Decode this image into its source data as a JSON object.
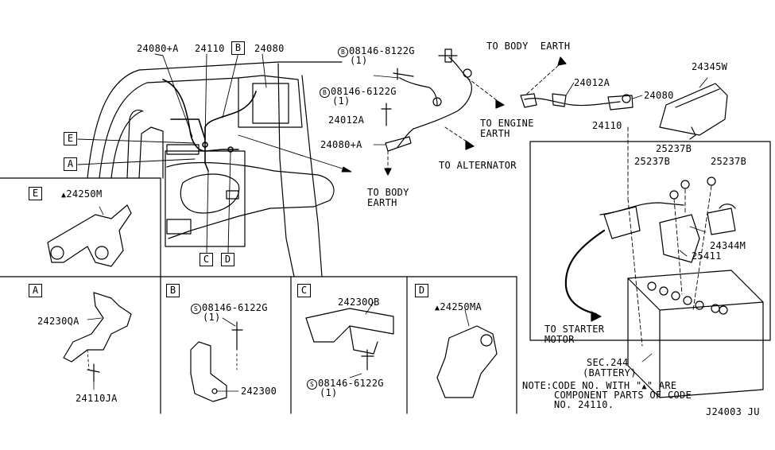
{
  "diagram": {
    "top_labels": {
      "p24080A": "24080+A",
      "p24110": "24110",
      "p24080": "24080"
    },
    "box_letters": {
      "A": "A",
      "B": "B",
      "C": "C",
      "D": "D",
      "E": "E"
    },
    "harness": {
      "bolt1_prefix": "B",
      "bolt1": "08146-8122G",
      "bolt1_qty": "(1)",
      "bolt2_prefix": "B",
      "bolt2": "08146-6122G",
      "bolt2_qty": "(1)",
      "p24012A": "24012A",
      "p24080A": "24080+A",
      "to_body_earth_1": "TO BODY\nEARTH",
      "to_alternator": "TO ALTERNATOR",
      "to_engine_earth": "TO ENGINE\nEARTH"
    },
    "battery_cable": {
      "to_body_earth": "TO BODY  EARTH",
      "p24012A": "24012A",
      "p24080": "24080",
      "p24345W": "24345W",
      "p24110": "24110",
      "p25237B_1": "25237B",
      "p25237B_2": "25237B",
      "p25237B_3": "25237B",
      "p24344M": "24344M",
      "p25411": "25411",
      "to_starter_motor": "TO STARTER\nMOTOR",
      "sec244": "SEC.244",
      "battery": "(BATTERY)"
    },
    "note": {
      "line1_a": "NOTE:CODE NO. WITH \"",
      "line1_tri": "▲",
      "line1_b": "\" ARE",
      "line2": "COMPONENT PARTS OF CODE",
      "line3": "NO. 24110."
    },
    "footer_code": "J24003 JU",
    "panels": {
      "E": {
        "letter": "E",
        "tri": "▲",
        "part": "24250M"
      },
      "A": {
        "letter": "A",
        "part1": "24230QA",
        "part2": "24110JA"
      },
      "B": {
        "letter": "B",
        "bolt_prefix": "S",
        "bolt": "08146-6122G",
        "bolt_qty": "(1)",
        "part": "242300"
      },
      "C": {
        "letter": "C",
        "part": "24230QB",
        "bolt_prefix": "S",
        "bolt": "08146-6122G",
        "bolt_qty": "(1)"
      },
      "D": {
        "letter": "D",
        "tri": "▲",
        "part": "24250MA"
      }
    }
  }
}
